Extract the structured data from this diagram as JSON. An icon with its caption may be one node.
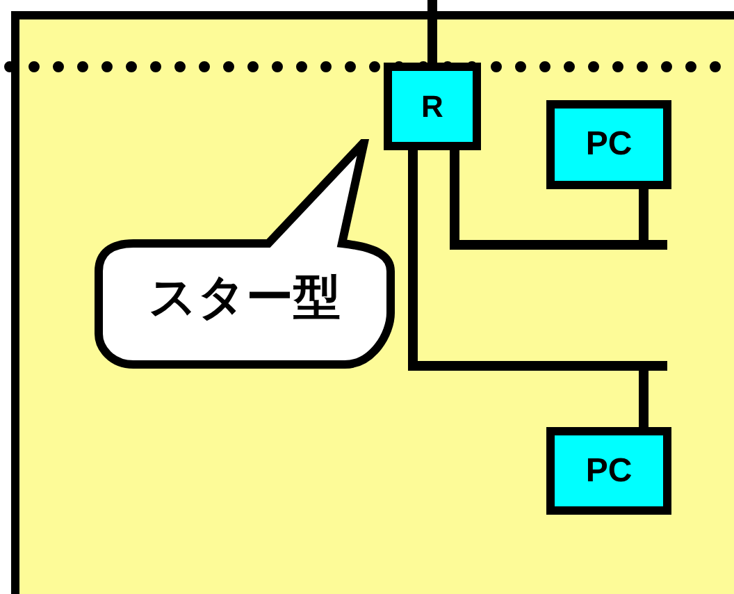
{
  "diagram": {
    "nodes": [
      {
        "text": [],
        "shape": "box"
      },
      {
        "text": [
          "R"
        ],
        "in": 0
      },
      {
        "text": [
          "PC"
        ],
        "in": 0
      },
      {
        "text": [
          "スター型"
        ],
        "in": 0
      },
      {
        "text": [
          "PC"
        ],
        "in": 0
      }
    ],
    "edges": [
      {
        "from": null,
        "to": 1,
        "arrow": "none"
      },
      {
        "from": 1,
        "to": 2,
        "arrow": "none"
      },
      {
        "from": 1,
        "to": 4,
        "arrow": "none"
      }
    ]
  }
}
